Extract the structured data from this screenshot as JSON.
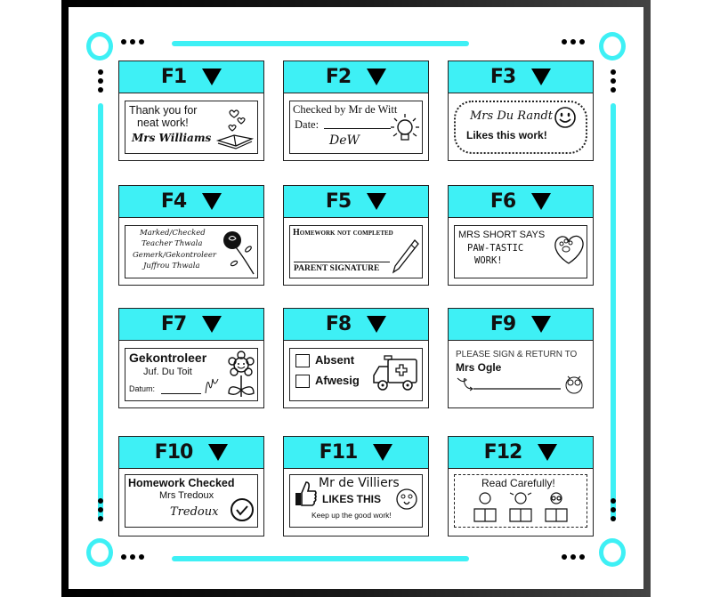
{
  "page": {
    "colors": {
      "accent": "#3ef0f5",
      "frame": "#000000",
      "card_border": "#222222"
    },
    "decor_icons": [
      "ring-icon",
      "dots-icon"
    ]
  },
  "cards": [
    {
      "key": "F1",
      "lines": [
        "Thank you for",
        "neat work!",
        "Mrs Williams"
      ],
      "icon": "book-hearts-icon"
    },
    {
      "key": "F2",
      "lines": [
        "Checked by Mr de Witt",
        "Date:",
        "DeW"
      ],
      "icon": "lightbulb-icon"
    },
    {
      "key": "F3",
      "lines": [
        "Mrs Du Randt",
        "Likes this work!"
      ],
      "icon": "smiley-icon"
    },
    {
      "key": "F4",
      "lines": [
        "Marked/Checked",
        "Teacher Thwala",
        "Gemerk/Gekontroleer",
        "Juffrou Thwala"
      ],
      "icon": "rose-icon"
    },
    {
      "key": "F5",
      "lines": [
        "Homework not completed",
        "PARENT SIGNATURE"
      ],
      "icon": "pencil-icon"
    },
    {
      "key": "F6",
      "lines": [
        "MRS SHORT SAYS",
        "PAW-TASTIC",
        "WORK!"
      ],
      "icon": "paw-heart-icon"
    },
    {
      "key": "F7",
      "lines": [
        "Gekontroleer",
        "Juf. Du Toit",
        "Datum:"
      ],
      "icon": "flower-icon"
    },
    {
      "key": "F8",
      "lines": [
        "Absent",
        "Afwesig"
      ],
      "icon": "ambulance-icon"
    },
    {
      "key": "F9",
      "lines": [
        "PLEASE SIGN & RETURN TO",
        "Mrs Ogle"
      ],
      "icon": "owl-icon"
    },
    {
      "key": "F10",
      "lines": [
        "Homework Checked",
        "Mrs Tredoux",
        "Tredoux"
      ],
      "icon": "check-circle-icon"
    },
    {
      "key": "F11",
      "lines": [
        "Mr de Villiers",
        "LIKES THIS",
        "Keep up the good work!"
      ],
      "icon": "thumbs-up-icon"
    },
    {
      "key": "F12",
      "lines": [
        "Read Carefully!"
      ],
      "icon": "kids-reading-icon"
    }
  ]
}
